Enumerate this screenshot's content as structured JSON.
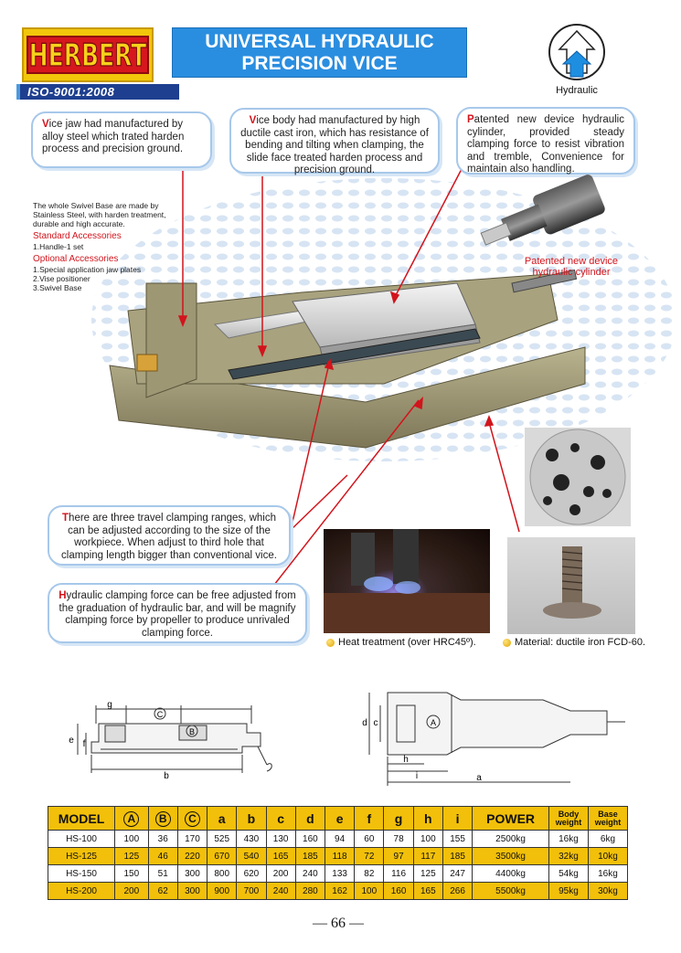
{
  "header": {
    "logo_text": "HERBERT",
    "title_line1": "UNIVERSAL HYDRAULIC",
    "title_line2": "PRECISION VICE",
    "iso": "ISO-9001:2008",
    "hydraulic_label": "Hydraulic"
  },
  "callouts": {
    "jaw": {
      "cap": "V",
      "rest": "ice jaw had manufactured by alloy steel which trated harden process and precision ground."
    },
    "body": {
      "cap": "V",
      "rest": "ice body had manufactured by high ductile cast iron, which has resistance of bending and tilting when clamping, the slide face treated harden process and precision ground."
    },
    "patent": {
      "cap": "P",
      "rest": "atented new device hydraulic cylinder, provided steady clamping force to resist vibration and tremble, Convenience for maintain also handling."
    },
    "ranges": {
      "cap": "T",
      "rest": "here are three travel clamping ranges, which can be adjusted according to the size of the workpiece. When adjust to third hole that clamping length bigger than conventional vice."
    },
    "force": {
      "cap": "H",
      "rest": "ydraulic clamping force can be free adjusted from the graduation of hydraulic bar, and will be magnify clamping force by propeller to produce unrivaled clamping force."
    }
  },
  "accessories": {
    "intro": "The whole Swivel Base are made by Stainless Steel, with harden treatment, durable and high accurate.",
    "standard_title": "Standard Accessories",
    "standard_items": [
      "1.Handle-1 set"
    ],
    "optional_title": "Optional Accessories",
    "optional_items": [
      "1.Special application jaw plates",
      "2.Vise positioner",
      "3.Swivel Base"
    ]
  },
  "patent_label": "Patented new device hydraulic cylinder",
  "captions": {
    "heat": "Heat treatment (over HRC45º).",
    "material": "Material: ductile iron FCD-60."
  },
  "diagram_labels": {
    "left": {
      "g": "g",
      "C": "C",
      "B": "B",
      "e": "e",
      "f": "f",
      "b": "b"
    },
    "right": {
      "d": "d",
      "c": "c",
      "A": "A",
      "h": "h",
      "i": "i",
      "a": "a"
    }
  },
  "table": {
    "headers": [
      "MODEL",
      "A",
      "B",
      "C",
      "a",
      "b",
      "c",
      "d",
      "e",
      "f",
      "g",
      "h",
      "i",
      "POWER",
      "Body weight",
      "Base weight"
    ],
    "rows": [
      [
        "HS-100",
        "100",
        "36",
        "170",
        "525",
        "430",
        "130",
        "160",
        "94",
        "60",
        "78",
        "100",
        "155",
        "2500kg",
        "16kg",
        "6kg"
      ],
      [
        "HS-125",
        "125",
        "46",
        "220",
        "670",
        "540",
        "165",
        "185",
        "118",
        "72",
        "97",
        "117",
        "185",
        "3500kg",
        "32kg",
        "10kg"
      ],
      [
        "HS-150",
        "150",
        "51",
        "300",
        "800",
        "620",
        "200",
        "240",
        "133",
        "82",
        "116",
        "125",
        "247",
        "4400kg",
        "54kg",
        "16kg"
      ],
      [
        "HS-200",
        "200",
        "62",
        "300",
        "900",
        "700",
        "240",
        "280",
        "162",
        "100",
        "160",
        "165",
        "266",
        "5500kg",
        "95kg",
        "30kg"
      ]
    ]
  },
  "page_number": "— 66 —",
  "colors": {
    "accent_red": "#d2141c",
    "title_blue": "#2a8ee0",
    "table_yellow": "#f2c00a"
  }
}
